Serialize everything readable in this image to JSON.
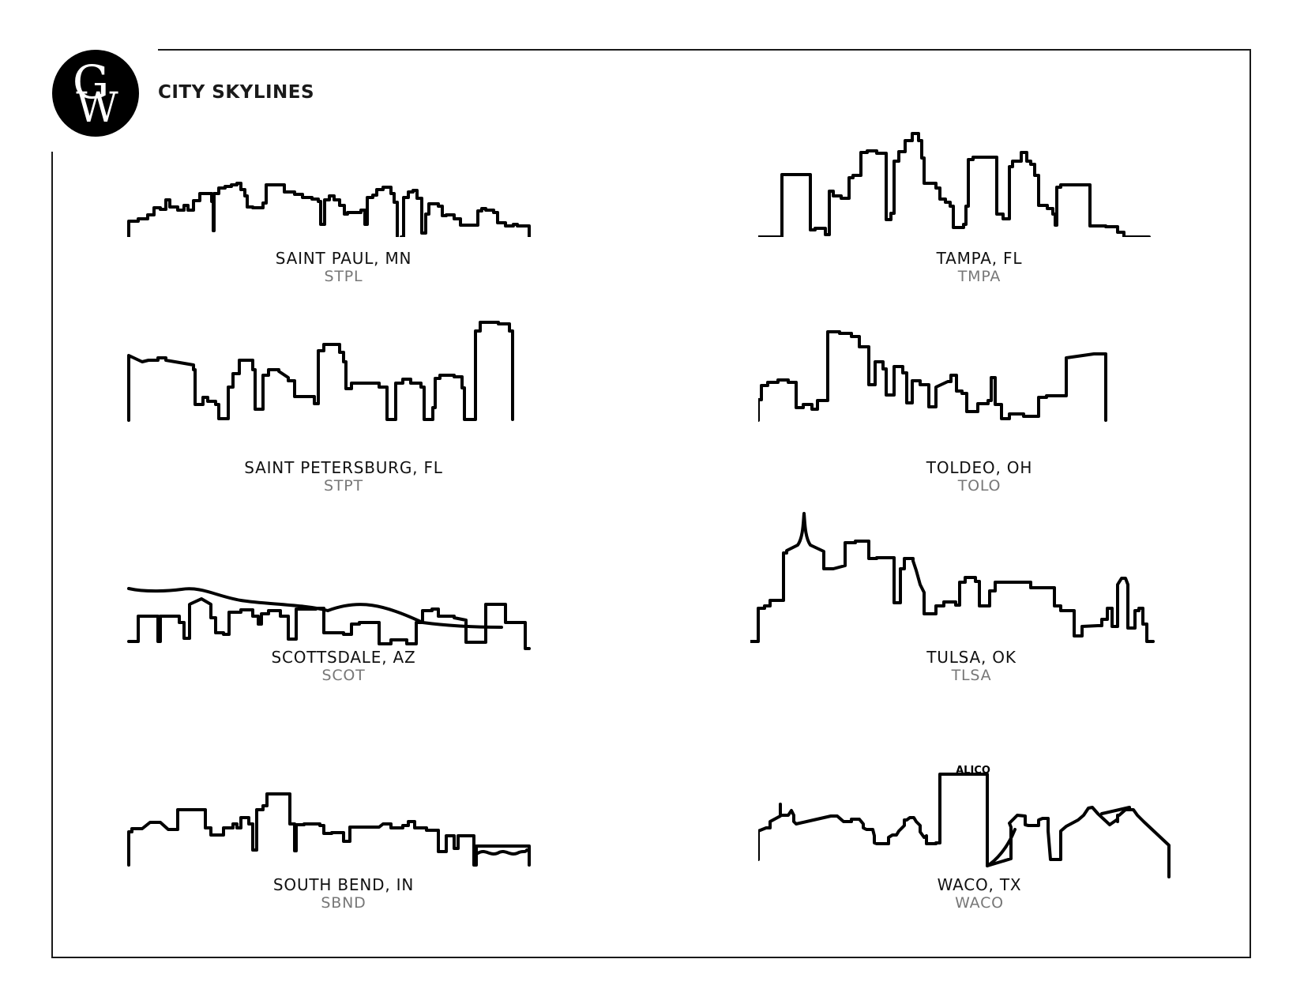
{
  "header": {
    "logo_monogram": "GW",
    "title": "CITY SKYLINES"
  },
  "colors": {
    "frame": "#1a1a1a",
    "city_text": "#111111",
    "code_text": "#777777",
    "stroke": "#000000"
  },
  "skylines": [
    {
      "city": "SAINT PAUL, MN",
      "code": "STPL",
      "column": "left",
      "row": 1
    },
    {
      "city": "TAMPA, FL",
      "code": "TMPA",
      "column": "right",
      "row": 1
    },
    {
      "city": "SAINT PETERSBURG, FL",
      "code": "STPT",
      "column": "left",
      "row": 2
    },
    {
      "city": "TOLDEO, OH",
      "code": "TOLO",
      "column": "right",
      "row": 2
    },
    {
      "city": "SCOTTSDALE, AZ",
      "code": "SCOT",
      "column": "left",
      "row": 3
    },
    {
      "city": "TULSA, OK",
      "code": "TLSA",
      "column": "right",
      "row": 3
    },
    {
      "city": "SOUTH BEND, IN",
      "code": "SBND",
      "column": "left",
      "row": 4
    },
    {
      "city": "WACO, TX",
      "code": "WACO",
      "column": "right",
      "row": 4,
      "building_sign": "ALICO"
    }
  ]
}
